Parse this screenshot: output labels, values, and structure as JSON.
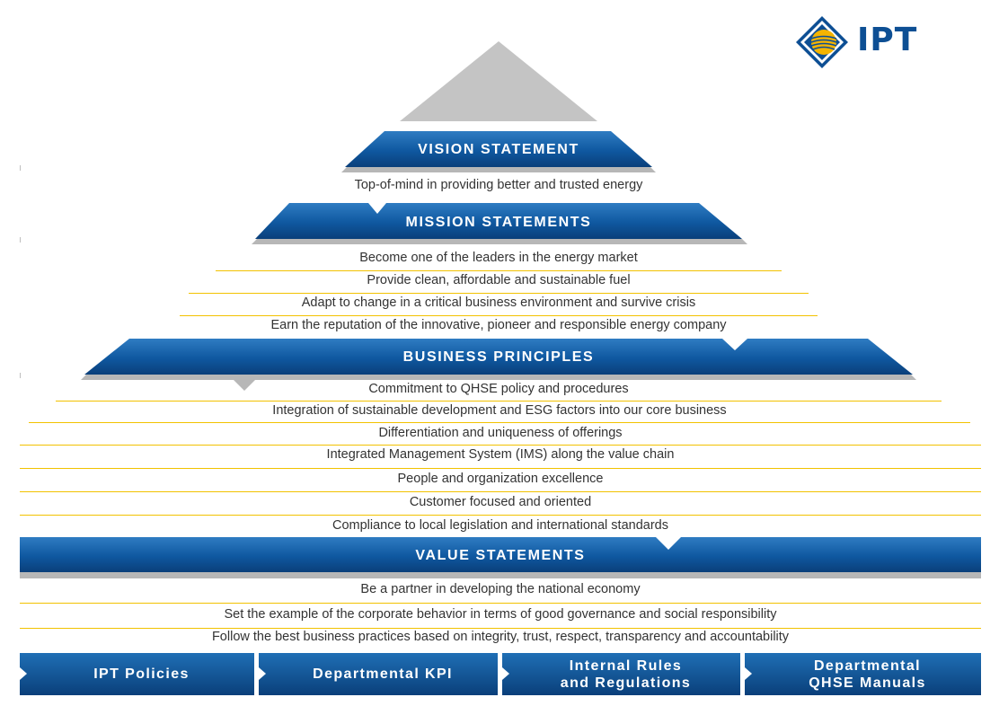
{
  "logo": {
    "text": "IPT",
    "icon": "ipt-sun-icon"
  },
  "colors": {
    "band_dark": "#0d4f94",
    "band_light": "#2f7cc2",
    "shadow": "#b7b7b7",
    "divider": "#f2c200"
  },
  "vision": {
    "title": "VISION STATEMENT",
    "items": [
      "Top-of-mind in providing better and trusted energy"
    ]
  },
  "mission": {
    "title": "MISSION STATEMENTS",
    "items": [
      "Become one of the leaders in the energy market",
      "Provide clean, affordable and sustainable fuel",
      "Adapt to change in a critical business environment and survive crisis",
      "Earn the reputation of the innovative, pioneer and responsible energy company"
    ]
  },
  "principles": {
    "title": "BUSINESS PRINCIPLES",
    "items": [
      "Commitment to QHSE policy and procedures",
      "Integration of sustainable development and ESG factors into our core business",
      "Differentiation and uniqueness of offerings",
      "Integrated Management System (IMS) along the value chain",
      "People and organization excellence",
      "Customer focused and oriented",
      "Compliance to local legislation and international standards"
    ]
  },
  "values": {
    "title": "VALUE STATEMENTS",
    "items": [
      "Be a partner in developing the national economy",
      "Set the example of the corporate behavior in terms of good governance and social responsibility",
      "Follow the best business practices based on integrity, trust, respect, transparency and accountability"
    ]
  },
  "foundations": [
    {
      "label": "IPT Policies"
    },
    {
      "label": "Departmental KPI"
    },
    {
      "label": "Internal Rules\nand Regulations"
    },
    {
      "label": "Departmental\nQHSE Manuals"
    }
  ]
}
